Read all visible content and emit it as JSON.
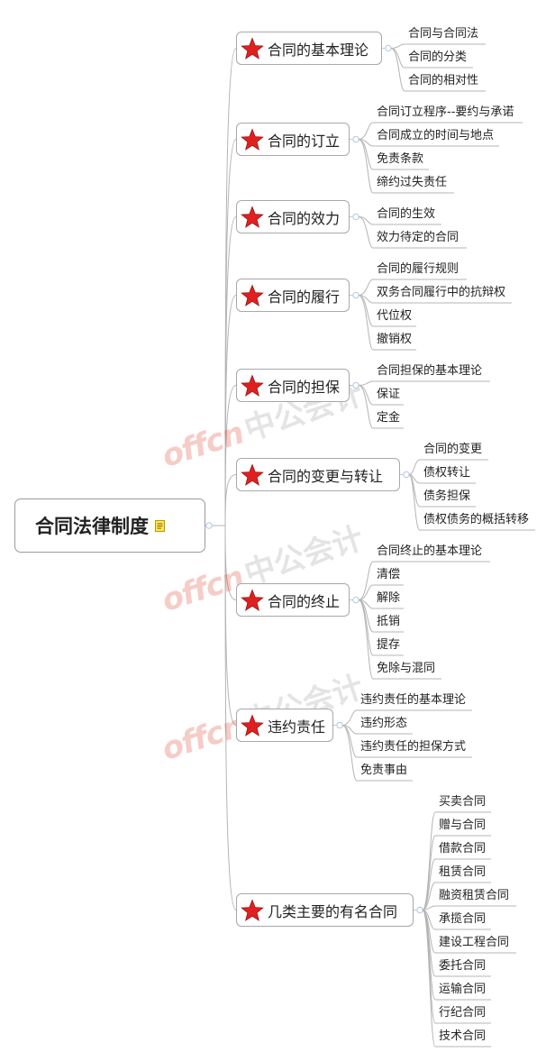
{
  "root": {
    "label": "合同法律制度",
    "note_icon": "note-icon"
  },
  "watermark": {
    "latin": "offcn",
    "chinese": "中公会计"
  },
  "colors": {
    "star": "#e02020",
    "line": "#b4b4b4",
    "connector": "#b8cce8",
    "border": "#a8a8a8"
  },
  "branches": [
    {
      "label": "合同的基本理论",
      "children": [
        "合同与合同法",
        "合同的分类",
        "合同的相对性"
      ]
    },
    {
      "label": "合同的订立",
      "children": [
        "合同订立程序--要约与承诺",
        "合同成立的时间与地点",
        "免责条款",
        "缔约过失责任"
      ]
    },
    {
      "label": "合同的效力",
      "children": [
        "合同的生效",
        "效力待定的合同"
      ]
    },
    {
      "label": "合同的履行",
      "children": [
        "合同的履行规则",
        "双务合同履行中的抗辩权",
        "代位权",
        "撤销权"
      ]
    },
    {
      "label": "合同的担保",
      "children": [
        "合同担保的基本理论",
        "保证",
        "定金"
      ]
    },
    {
      "label": "合同的变更与转让",
      "children": [
        "合同的变更",
        "债权转让",
        "债务担保",
        "债权债务的概括转移"
      ]
    },
    {
      "label": "合同的终止",
      "children": [
        "合同终止的基本理论",
        "清偿",
        "解除",
        "抵销",
        "提存",
        "免除与混同"
      ]
    },
    {
      "label": "违约责任",
      "children": [
        "违约责任的基本理论",
        "违约形态",
        "违约责任的担保方式",
        "免责事由"
      ]
    },
    {
      "label": "几类主要的有名合同",
      "children": [
        "买卖合同",
        "赠与合同",
        "借款合同",
        "租赁合同",
        "融资租赁合同",
        "承揽合同",
        "建设工程合同",
        "委托合同",
        "运输合同",
        "行纪合同",
        "技术合同"
      ]
    }
  ]
}
